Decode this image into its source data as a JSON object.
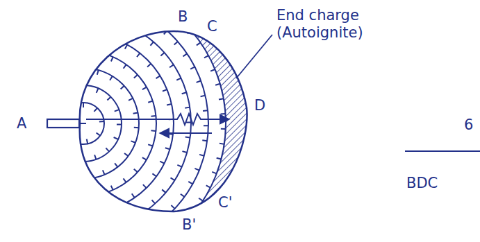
{
  "diagram": {
    "labels": [
      "A",
      "B",
      "C",
      "D",
      "B'",
      "C'",
      "End charge (Autoignite)",
      "6",
      "BDC"
    ]
  }
}
